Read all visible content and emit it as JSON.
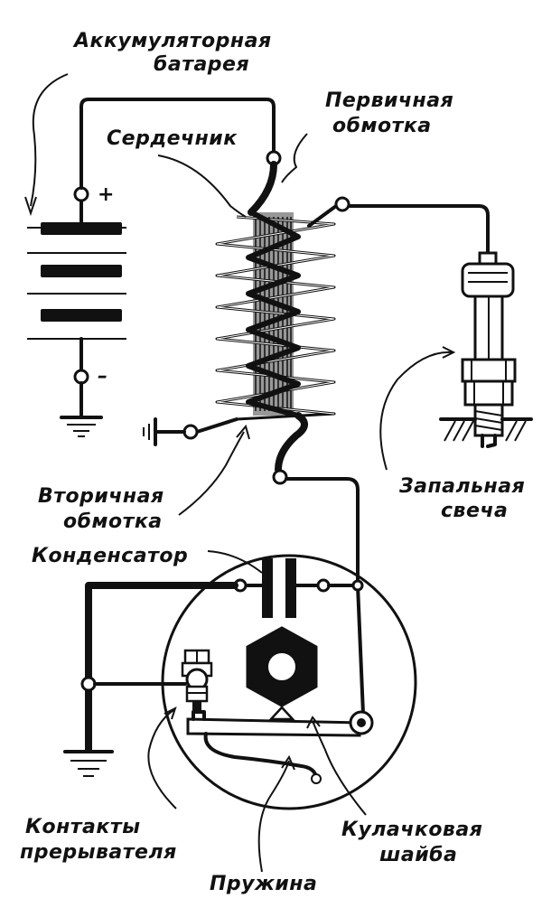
{
  "labels": {
    "battery_line1": "Аккумуляторная",
    "battery_line2": "батарея",
    "primary_line1": "Первичная",
    "primary_line2": "обмотка",
    "core": "Сердечник",
    "secondary_line1": "Вторичная",
    "secondary_line2": "обмотка",
    "spark_line1": "Запальная",
    "spark_line2": "свеча",
    "condenser": "Конденсатор",
    "contacts_line1": "Контакты",
    "contacts_line2": "прерывателя",
    "cam_line1": "Кулачковая",
    "cam_line2": "шайба",
    "spring": "Пружина",
    "plus": "+",
    "minus": "–"
  }
}
